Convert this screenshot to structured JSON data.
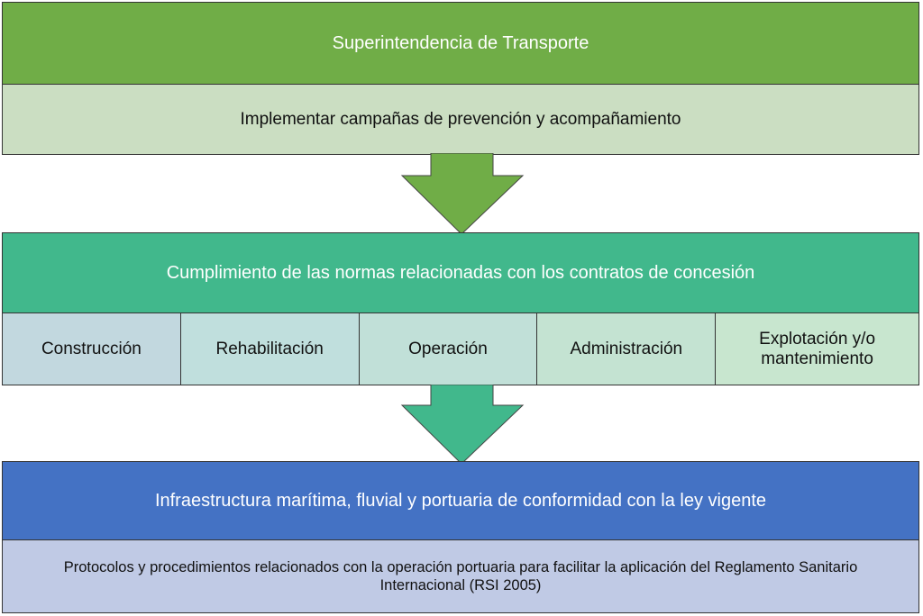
{
  "level1": {
    "title": "Superintendencia de Transporte",
    "subtitle": "Implementar campañas de prevención y acompañamiento",
    "color": "#70AD47"
  },
  "level2": {
    "title": "Cumplimiento de las normas relacionadas con los contratos de concesión",
    "color": "#41B88C",
    "items": [
      {
        "label": "Construcción",
        "color": "#C2D8DF"
      },
      {
        "label": "Rehabilitación",
        "color": "#C0DFDD"
      },
      {
        "label": "Operación",
        "color": "#C1E0D8"
      },
      {
        "label": "Administración",
        "color": "#C4E3D2"
      },
      {
        "label": "Explotación y/o mantenimiento",
        "color": "#C8E6CF"
      }
    ]
  },
  "level3": {
    "title": "Infraestructura marítima, fluvial y portuaria de conformidad con la ley vigente",
    "subtitle": "Protocolos y procedimientos relacionados con la operación portuaria para facilitar la aplicación del Reglamento Sanitario Internacional (RSI 2005)",
    "color": "#4472C4"
  }
}
